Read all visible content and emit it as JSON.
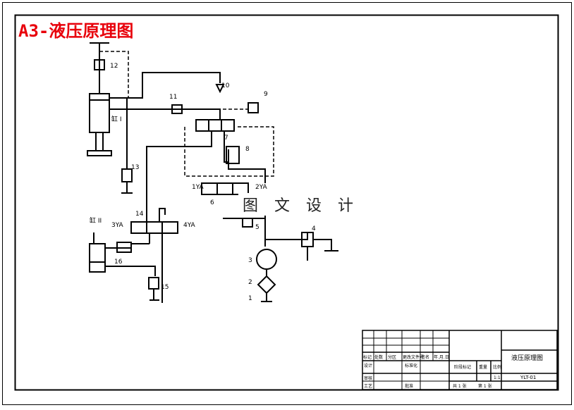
{
  "title": "A3-液压原理图",
  "watermark": "图 文 设 计",
  "labels": {
    "n1": "1",
    "n2": "2",
    "n3": "3",
    "n4": "4",
    "n5": "5",
    "n6": "6",
    "n7": "7",
    "n8": "8",
    "n9": "9",
    "n10": "10",
    "n11": "11",
    "n12": "12",
    "n13": "13",
    "n14": "14",
    "n15": "15",
    "n16": "16",
    "cyl1": "缸 I",
    "cyl2": "缸 II",
    "sol1": "1YA",
    "sol2": "2YA",
    "sol3": "3YA",
    "sol4": "4YA"
  },
  "titleblock": {
    "drawing_name": "液压原理图",
    "code": "YLT-01",
    "scale": "1:1",
    "sheet_total": "共 1 张",
    "sheet_no": "第 1 张",
    "f_mark": "标记",
    "f_count": "处数",
    "f_zone": "分区",
    "f_docno": "更改文件号",
    "f_sign": "签名",
    "f_date": "年.月.日",
    "f_design": "设计",
    "f_std": "标准化",
    "f_stage": "阶段标记",
    "f_weight": "重量",
    "f_ratio": "比例",
    "f_check": "审核",
    "f_process": "工艺",
    "f_approve": "批准"
  },
  "colors": {
    "title": "#e8000b",
    "line": "#000000"
  }
}
